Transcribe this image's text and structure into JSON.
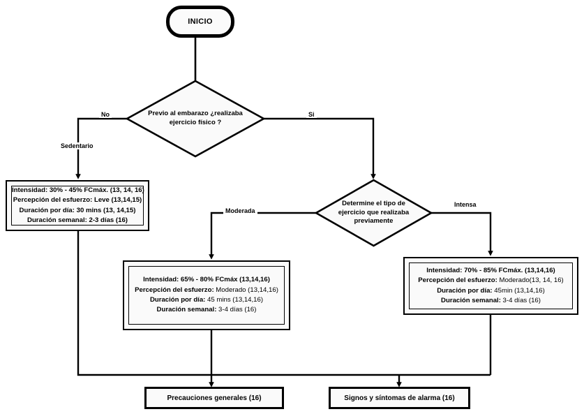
{
  "diagram": {
    "title": "Algoritmo de prescripcion de ejercicio en el embarazo",
    "type": "flowchart",
    "background_color": "#ffffff",
    "line_color": "#000000",
    "node_fill": "#fafafa"
  },
  "nodes": {
    "start": {
      "label": "INICIO",
      "shape": "terminator"
    },
    "decision1": {
      "line1": "Previo al embarazo ¿realizaba",
      "line2": "ejercicio físico ?",
      "shape": "diamond"
    },
    "decision2": {
      "line1": "Determine el tipo de",
      "line2": "ejercicio que realizaba",
      "line3": "previamente",
      "shape": "diamond"
    },
    "box_sedentario": {
      "shape": "process",
      "rows": [
        {
          "lead": "Intensidad:",
          "rest": " 30% - 45%  FCmáx. (13, 14, 16)"
        },
        {
          "lead": "Percepción del esfuerzo:",
          "rest": " Leve (13,14,15)"
        },
        {
          "lead": "Duración por día:",
          "rest": " 30 mins (13, 14,15)"
        },
        {
          "lead": "Duración semanal:",
          "rest": " 2-3 días (16)"
        }
      ]
    },
    "box_moderada": {
      "shape": "process",
      "rows": [
        {
          "lead": "Intensidad:",
          "rest": " 65% - 80%  FCmáx (13,14,16)"
        },
        {
          "lead": "Percepción del esfuerzo:",
          "rest": " Moderado (13,14,16)"
        },
        {
          "lead": "Duración por día:",
          "rest": " 45 mins (13,14,16)"
        },
        {
          "lead": "Duración semanal:",
          "rest": " 3-4 días (16)"
        }
      ]
    },
    "box_intensa": {
      "shape": "process",
      "rows": [
        {
          "lead": "Intensidad:",
          "rest": " 70% - 85% FCmáx. (13,14,16)"
        },
        {
          "lead": "Percepción del esfuerzo:",
          "rest": " Moderado(13, 14, 16)"
        },
        {
          "lead": "Duración por día:",
          "rest": " 45min (13,14,16)"
        },
        {
          "lead": "Duración semanal:",
          "rest": " 3-4 días (16)"
        }
      ]
    },
    "end_precauciones": {
      "label": "Precauciones generales (16)",
      "shape": "process"
    },
    "end_alarma": {
      "label": "Signos y síntomas de alarma (16)",
      "shape": "process"
    }
  },
  "edge_labels": {
    "no": "No",
    "si": "Si",
    "sedentario": "Sedentario",
    "moderada": "Moderada",
    "intensa": "Intensa"
  }
}
